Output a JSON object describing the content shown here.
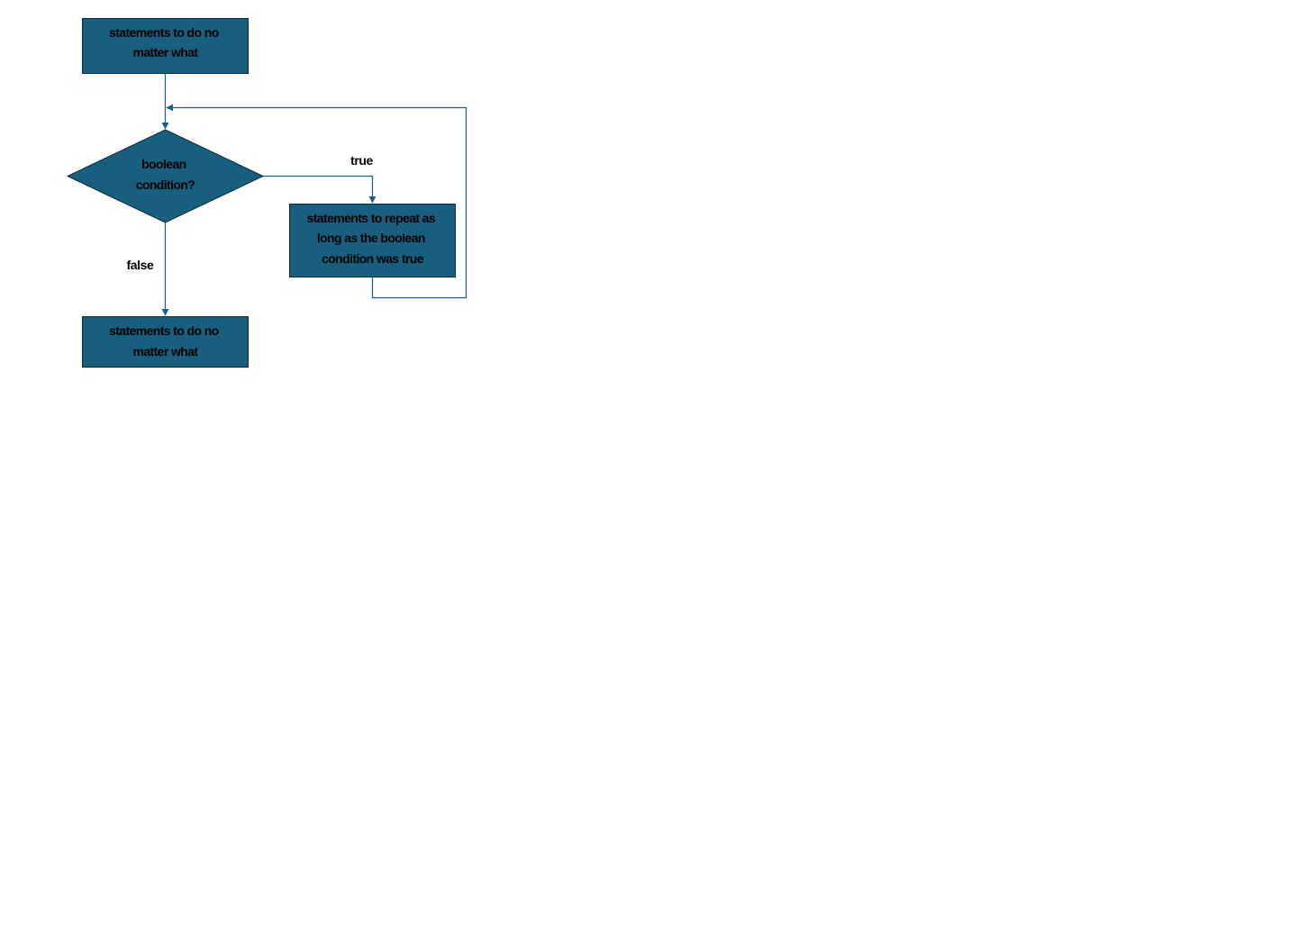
{
  "diagram": {
    "type": "flowchart",
    "colors": {
      "node_fill": "#175e7f",
      "node_stroke": "#0b2a3a",
      "edge": "#1a5f82",
      "text": "#000000",
      "background": "#ffffff"
    },
    "nodes": {
      "start": {
        "shape": "rectangle",
        "lines": [
          "statements to do no",
          "matter what"
        ]
      },
      "condition": {
        "shape": "diamond",
        "lines": [
          "boolean",
          "condition?"
        ]
      },
      "loop_body": {
        "shape": "rectangle",
        "lines": [
          "statements to repeat as",
          "long as the boolean",
          "condition was true"
        ]
      },
      "end": {
        "shape": "rectangle",
        "lines": [
          "statements to do no",
          "matter what"
        ]
      }
    },
    "edges": {
      "start_to_condition": {
        "from": "start",
        "to": "condition",
        "label": ""
      },
      "condition_true": {
        "from": "condition",
        "to": "loop_body",
        "label": "true"
      },
      "loop_back": {
        "from": "loop_body",
        "to": "condition",
        "label": ""
      },
      "condition_false": {
        "from": "condition",
        "to": "end",
        "label": "false"
      }
    }
  }
}
